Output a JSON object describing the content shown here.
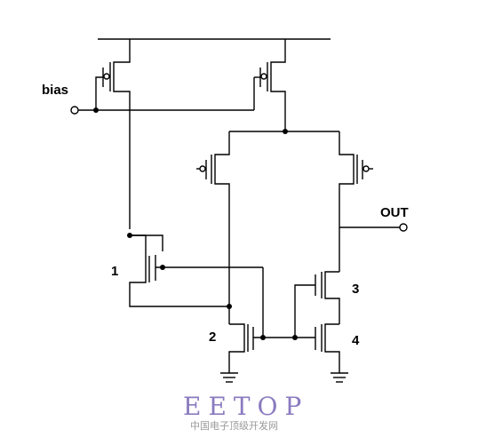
{
  "labels": {
    "bias": "bias",
    "out": "OUT",
    "t1": "1",
    "t2": "2",
    "t3": "3",
    "t4": "4"
  },
  "watermark": {
    "title": "EETOP",
    "subtitle": "中国电子顶级开发网"
  },
  "colors": {
    "wire": "#000000",
    "watermark": "#8a7bbf"
  }
}
